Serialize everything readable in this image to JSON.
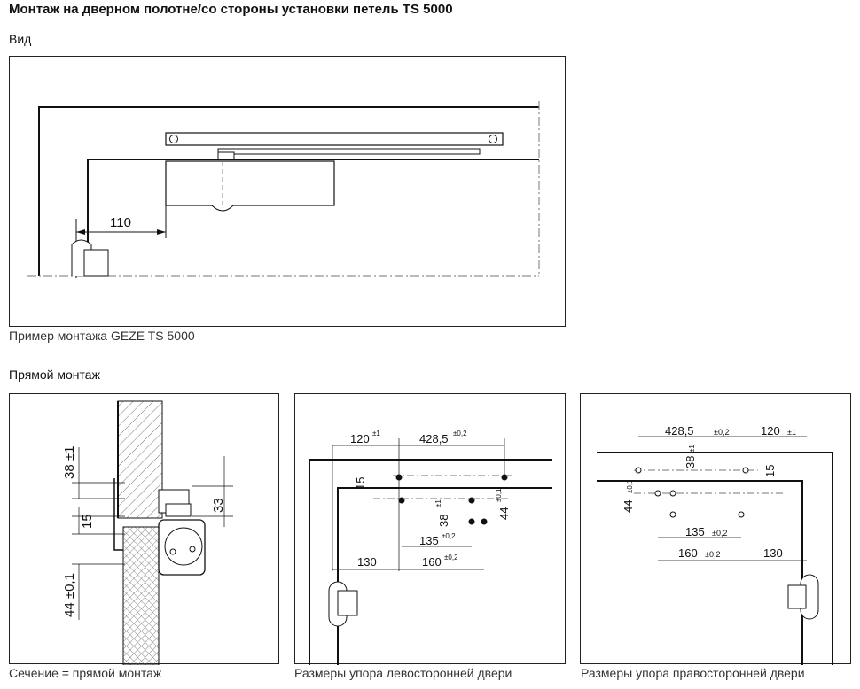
{
  "page_title": "Монтаж на дверном полотне/со стороны установки петель TS 5000",
  "section_view": "Вид",
  "section_direct": "Прямой монтаж",
  "captions": {
    "view": "Пример монтажа GEZE TS 5000",
    "section": "Сечение = прямой монтаж",
    "left_door": "Размеры упора левосторонней двери",
    "right_door": "Размеры упора правосторонней двери"
  },
  "view_dims": {
    "d110": "110"
  },
  "section_dims": {
    "d38": "38 ±1",
    "d15": "15",
    "d44": "44 ±0,1",
    "d33": "33"
  },
  "left_dims": {
    "d120": "120",
    "d120_tol": "±1",
    "d428": "428,5",
    "d428_tol": "±0,2",
    "d15": "15",
    "d38": "38",
    "d38_tol": "±1",
    "d44": "44",
    "d44_tol": "±0,1",
    "d135": "135",
    "d135_tol": "±0,2",
    "d130": "130",
    "d160": "160",
    "d160_tol": "±0,2"
  },
  "right_dims": {
    "d428": "428,5",
    "d428_tol": "±0,2",
    "d120": "120",
    "d120_tol": "±1",
    "d38": "38",
    "d38_tol": "±1",
    "d15": "15",
    "d44": "44",
    "d44_tol": "±0,1",
    "d135": "135",
    "d135_tol": "±0,2",
    "d160": "160",
    "d160_tol": "±0,2",
    "d130": "130"
  }
}
